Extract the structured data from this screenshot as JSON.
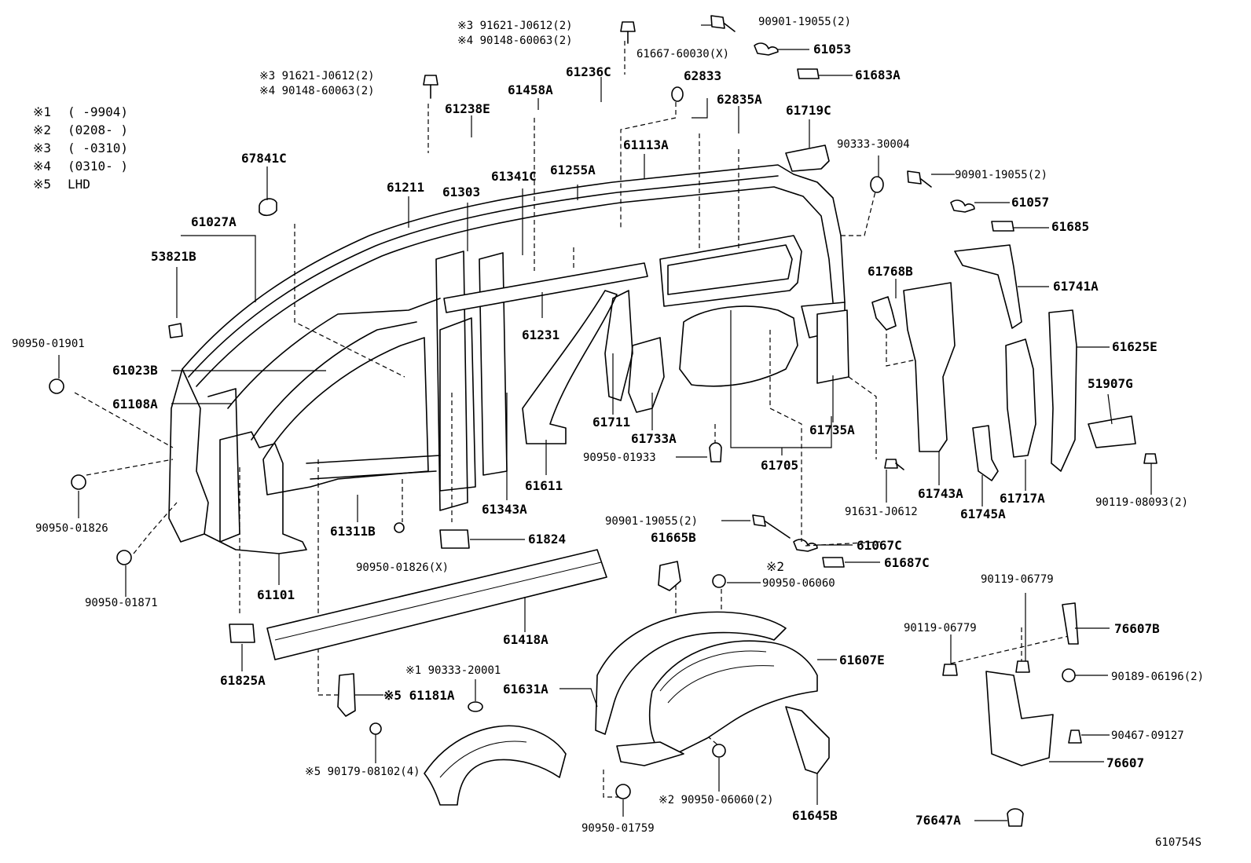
{
  "notes": [
    {
      "mark": "※1",
      "text": "(      -9904)"
    },
    {
      "mark": "※2",
      "text": "(0208-      )"
    },
    {
      "mark": "※3",
      "text": "(      -0310)"
    },
    {
      "mark": "※4",
      "text": "(0310-      )"
    },
    {
      "mark": "※5",
      "text": "LHD"
    }
  ],
  "drawing_code": "610754S",
  "labels": {
    "l_91621_top_a": "※3 91621-J0612(2)",
    "l_90148_top_a": "※4 90148-60063(2)",
    "l_91621_top_b": "※3 91621-J0612(2)",
    "l_90148_top_b": "※4 90148-60063(2)",
    "l_90901_a": "90901-19055(2)",
    "l_61667": "61667-60030(X)",
    "l_61053": "61053",
    "l_61683A": "61683A",
    "l_62833": "62833",
    "l_62835A": "62835A",
    "l_61236C": "61236C",
    "l_61458A": "61458A",
    "l_61238E": "61238E",
    "l_61719C": "61719C",
    "l_90333_30004": "90333-30004",
    "l_61113A": "61113A",
    "l_90901_b": "90901-19055(2)",
    "l_61057": "61057",
    "l_61685": "61685",
    "l_67841C": "67841C",
    "l_61211": "61211",
    "l_61303": "61303",
    "l_61341C": "61341C",
    "l_61255A": "61255A",
    "l_61027A": "61027A",
    "l_53821B": "53821B",
    "l_61768B": "61768B",
    "l_61741A": "61741A",
    "l_90950_01901": "90950-01901",
    "l_61231": "61231",
    "l_61625E": "61625E",
    "l_61023B": "61023B",
    "l_51907G": "51907G",
    "l_61108A": "61108A",
    "l_61711": "61711",
    "l_61733A": "61733A",
    "l_61735A": "61735A",
    "l_90950_01933": "90950-01933",
    "l_61611": "61611",
    "l_61705": "61705",
    "l_90950_01826": "90950-01826",
    "l_61743A": "61743A",
    "l_61717A": "61717A",
    "l_91631": "91631-J0612",
    "l_61745A": "61745A",
    "l_90119_08093": "90119-08093(2)",
    "l_61311B": "61311B",
    "l_61343A": "61343A",
    "l_90901_c": "90901-19055(2)",
    "l_61665B": "61665B",
    "l_61067C": "61067C",
    "l_61824": "61824",
    "l_61687C": "61687C",
    "l_90950_01826x": "90950-01826(X)",
    "l_61101": "61101",
    "l_note2_top": "※2",
    "l_90950_06060": "90950-06060",
    "l_90950_01871": "90950-01871",
    "l_90119_06779_a": "90119-06779",
    "l_61418A": "61418A",
    "l_76607B": "76607B",
    "l_90119_06779_b": "90119-06779",
    "l_61607E": "61607E",
    "l_61825A": "61825A",
    "l_90333_20001": "※1 90333-20001",
    "l_90189": "90189-06196(2)",
    "l_61181A": "※5 61181A",
    "l_61631A": "61631A",
    "l_90467": "90467-09127",
    "l_76607": "76607",
    "l_90179": "※5 90179-08102(4)",
    "l_90950_06060_2": "※2 90950-06060(2)",
    "l_61645B": "61645B",
    "l_76647A": "76647A",
    "l_90950_01759": "90950-01759"
  }
}
